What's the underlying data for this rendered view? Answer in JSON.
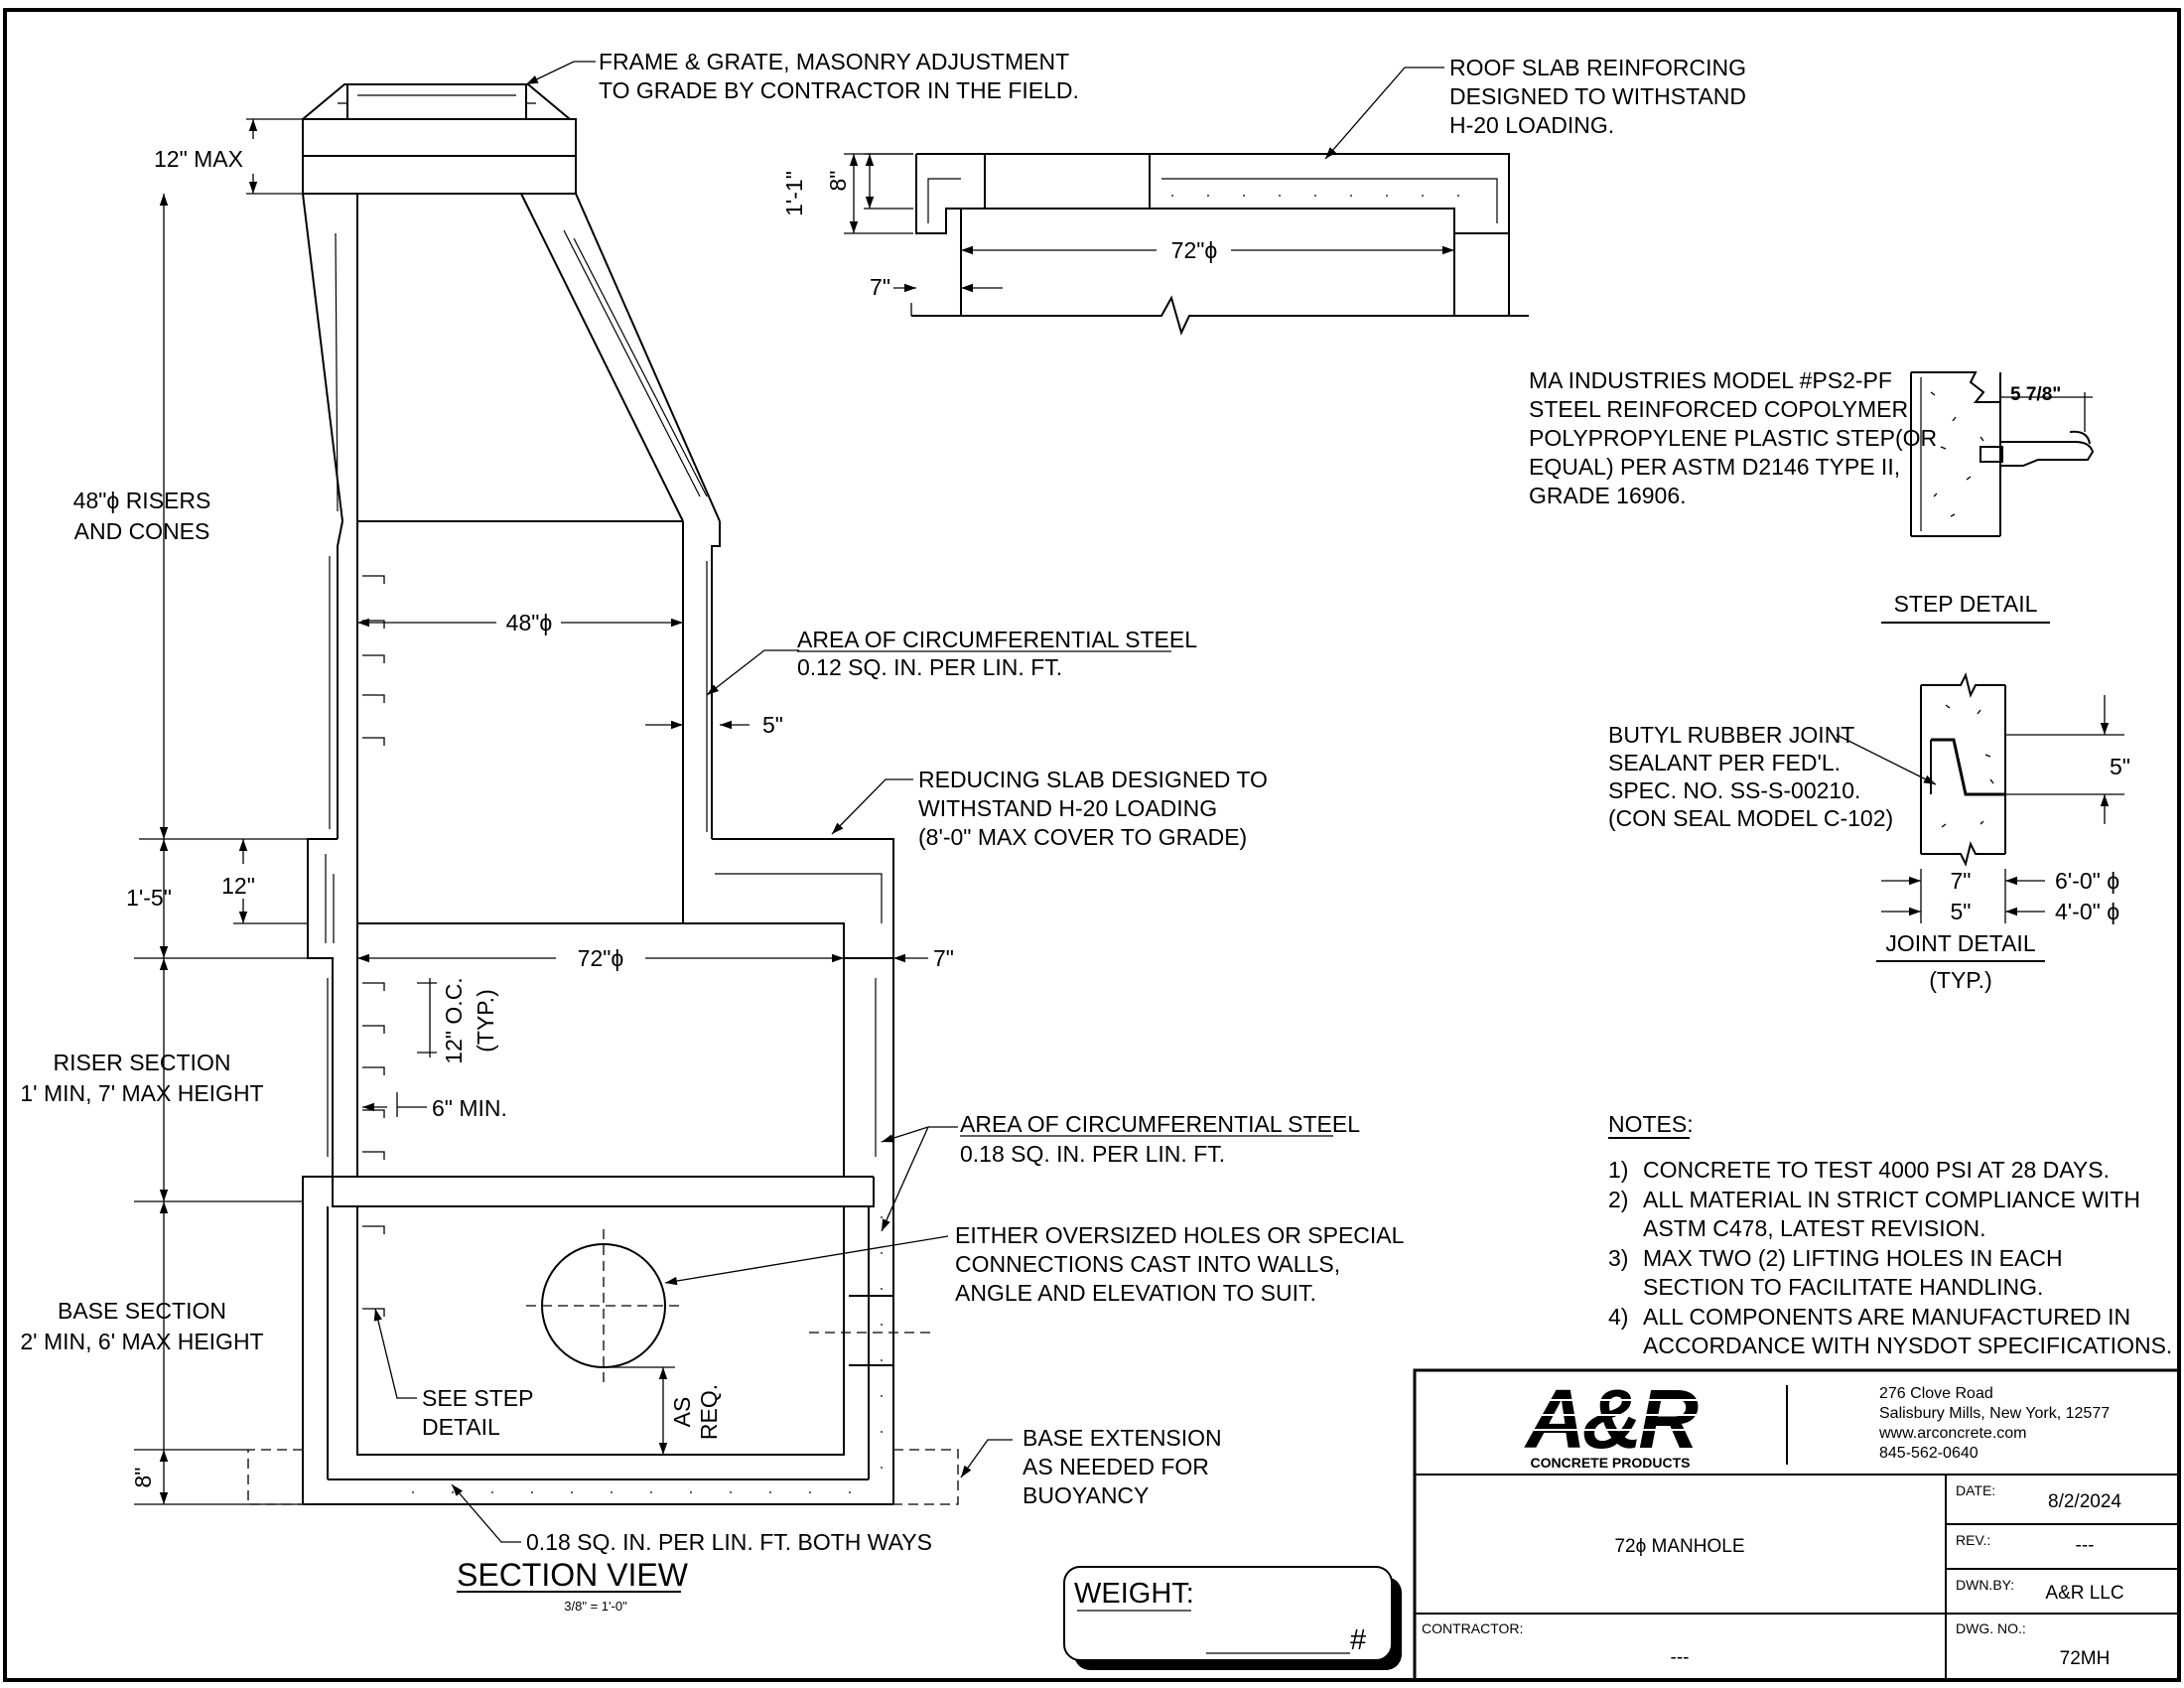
{
  "section_view": {
    "title": "SECTION VIEW",
    "scale": "3/8\" = 1'-0\"",
    "callouts": {
      "frame_grate_1": "FRAME & GRATE, MASONRY ADJUSTMENT",
      "frame_grate_2": "TO GRADE BY CONTRACTOR IN THE FIELD.",
      "circ_steel_top_title": "AREA OF CIRCUMFERENTIAL STEEL",
      "circ_steel_top_value": "0.12 SQ. IN. PER LIN. FT.",
      "reducing_slab_1": "REDUCING SLAB DESIGNED TO",
      "reducing_slab_2": "WITHSTAND  H-20  LOADING",
      "reducing_slab_3": "(8'-0\" MAX COVER TO GRADE)",
      "circ_steel_bottom_title": "AREA OF CIRCUMFERENTIAL STEEL",
      "circ_steel_bottom_value": "0.18 SQ. IN. PER LIN. FT.",
      "holes_1": "EITHER OVERSIZED HOLES OR SPECIAL",
      "holes_2": "CONNECTIONS  CAST  INTO  WALLS,",
      "holes_3": "ANGLE AND ELEVATION TO SUIT.",
      "see_step_1": "SEE STEP",
      "see_step_2": "DETAIL",
      "base_ext_1": "BASE EXTENSION",
      "base_ext_2": "AS  NEEDED  FOR",
      "base_ext_3": "BUOYANCY",
      "base_steel": "0.18 SQ. IN. PER LIN. FT. BOTH WAYS"
    },
    "labels": {
      "risers_1": "48\"ϕ RISERS",
      "risers_2": "AND CONES",
      "riser_section_1": "RISER SECTION",
      "riser_section_2": "1' MIN, 7' MAX HEIGHT",
      "base_section_1": "BASE SECTION",
      "base_section_2": "2' MIN, 6' MAX HEIGHT"
    },
    "dimensions": {
      "max_12": "12\" MAX",
      "d48": "48\"ϕ",
      "wall5": "5\"",
      "h1_5": "1'-5\"",
      "h12": "12\"",
      "d72": "72\"ϕ",
      "wall7": "7\"",
      "oc_1": "12\" O.C.",
      "oc_2": "(TYP.)",
      "min6": "6\" MIN.",
      "as_req_1": "AS",
      "as_req_2": "REQ.",
      "base8": "8\""
    }
  },
  "roof_slab": {
    "callout_1": "ROOF SLAB  REINFORCING",
    "callout_2": "DESIGNED  TO  WITHSTAND",
    "callout_3": "H-20 LOADING.",
    "dim_1_1": "1'-1\"",
    "dim_8": "8\"",
    "dim_72": "72\"ϕ",
    "dim_7": "7\""
  },
  "step_detail": {
    "text_1": "MA INDUSTRIES MODEL #PS2-PF",
    "text_2": "STEEL REINFORCED COPOLYMER",
    "text_3": "POLYPROPYLENE PLASTIC STEP(OR",
    "text_4": "EQUAL) PER ASTM D2146 TYPE II,",
    "text_5": "GRADE 16906.",
    "dim": "5 7/8\"",
    "title": "STEP DETAIL"
  },
  "joint_detail": {
    "text_1": "BUTYL RUBBER JOINT",
    "text_2": "SEALANT PER FED'L.",
    "text_3": "SPEC. NO. SS-S-00210.",
    "text_4": "(CON SEAL MODEL C-102)",
    "dim_5": "5\"",
    "dim_7": "7\"",
    "dim_5b": "5\"",
    "dia_6": "6'-0\" ϕ",
    "dia_4": "4'-0\" ϕ",
    "title": "JOINT DETAIL",
    "typ": "(TYP.)"
  },
  "notes": {
    "title": "NOTES:",
    "items": [
      {
        "num": "1)",
        "line1": "CONCRETE TO TEST 4000 PSI AT 28 DAYS.",
        "line2": ""
      },
      {
        "num": "2)",
        "line1": "ALL MATERIAL IN STRICT COMPLIANCE WITH",
        "line2": "ASTM C478, LATEST REVISION."
      },
      {
        "num": "3)",
        "line1": "MAX TWO (2) LIFTING HOLES IN EACH",
        "line2": "SECTION TO FACILITATE HANDLING."
      },
      {
        "num": "4)",
        "line1": "ALL COMPONENTS ARE MANUFACTURED IN",
        "line2": "ACCORDANCE WITH NYSDOT SPECIFICATIONS."
      }
    ]
  },
  "weight": {
    "label": "WEIGHT:",
    "unit": "#"
  },
  "title_block": {
    "logo_text": "A&R",
    "logo_sub": "CONCRETE PRODUCTS",
    "address_1": "276 Clove Road",
    "address_2": "Salisbury Mills, New York, 12577",
    "address_3": "www.arconcrete.com",
    "address_4": "845-562-0640",
    "drawing_title": "72ϕ MANHOLE",
    "date_label": "DATE:",
    "date_value": "8/2/2024",
    "rev_label": "REV.:",
    "rev_value": "---",
    "dwn_label": "DWN.BY:",
    "dwn_value": "A&R LLC",
    "contractor_label": "CONTRACTOR:",
    "contractor_value": "---",
    "dwg_label": "DWG. NO.:",
    "dwg_value": "72MH"
  }
}
